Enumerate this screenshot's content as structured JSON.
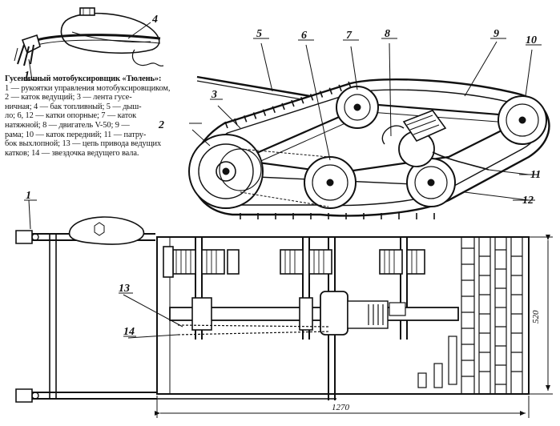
{
  "caption": {
    "title": "Гусеничный мотобуксировщик «Тюлень»:",
    "lines": [
      "1 — рукоятки управления мотобуксировщиком,",
      "2 — каток ведущий; 3 — лента гусе-",
      "ничная; 4 — бак топливный; 5 — дыш-",
      "ло; 6, 12 — катки опорные; 7 — каток",
      "натяжной; 8 — двигатель V-50; 9 —",
      "рама; 10 — каток передний; 11 — патру-",
      "бок выхлопной; 13 — цепь привода ведущих",
      "катков; 14 — звездочка ведущего вала."
    ]
  },
  "labels": {
    "l1_top": "1",
    "l2": "2",
    "l3": "3",
    "l4": "4",
    "l5": "5",
    "l6": "6",
    "l7": "7",
    "l8": "8",
    "l9": "9",
    "l10": "10",
    "l11": "11",
    "l12": "12",
    "l1_plan": "1",
    "l13": "13",
    "l14": "14"
  },
  "dimensions": {
    "width": "520",
    "length": "1270"
  },
  "colors": {
    "ink": "#111111",
    "paper": "#ffffff"
  }
}
